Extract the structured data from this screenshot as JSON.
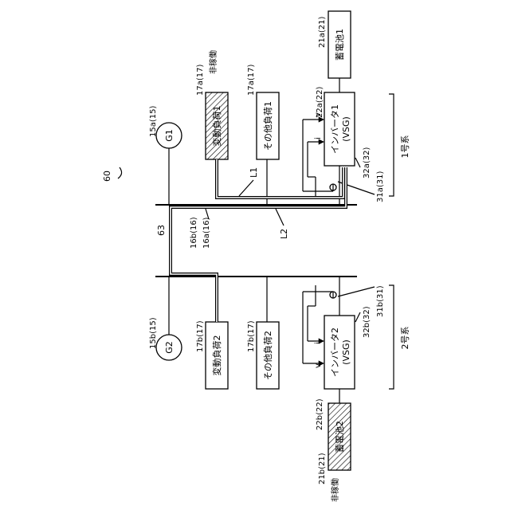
{
  "figure_number": "60",
  "bus_label": "63",
  "line_labels": {
    "l1": "L1",
    "l2": "L2"
  },
  "generators": {
    "g1": {
      "symbol": "G1",
      "ref": "15a(15)"
    },
    "g2": {
      "symbol": "G2",
      "ref": "15b(15)"
    }
  },
  "loads": {
    "var1": {
      "label": "変動負荷1",
      "ref": "17a(17)",
      "status": "非稼働"
    },
    "other1": {
      "label": "その他負荷1",
      "ref": "17a(17)"
    },
    "var2": {
      "label": "変動負荷2",
      "ref": "17b(17)"
    },
    "other2": {
      "label": "その他負荷2",
      "ref": "17b(17)"
    }
  },
  "batteries": {
    "b1": {
      "label": "蓄電池1",
      "ref": "21a(21)"
    },
    "b2": {
      "label": "蓄電池2",
      "ref": "21b(21)",
      "status": "非稼働"
    }
  },
  "inverters": {
    "inv1": {
      "label": "インバータ1",
      "sub": "(VSG)",
      "ref": "22a(22)",
      "sensor_ref": "32a(32)",
      "ct_ref": "31a(31)"
    },
    "inv2": {
      "label": "インバータ2",
      "sub": "(VSG)",
      "ref": "22b(22)",
      "sensor_ref": "32b(32)",
      "ct_ref": "31b(31)"
    }
  },
  "interconnect_refs": {
    "a": "16b(16)",
    "b": "16a(16)"
  },
  "signals": {
    "v": "v",
    "i": "i"
  },
  "systems": {
    "sys1": "1号系",
    "sys2": "2号系"
  }
}
